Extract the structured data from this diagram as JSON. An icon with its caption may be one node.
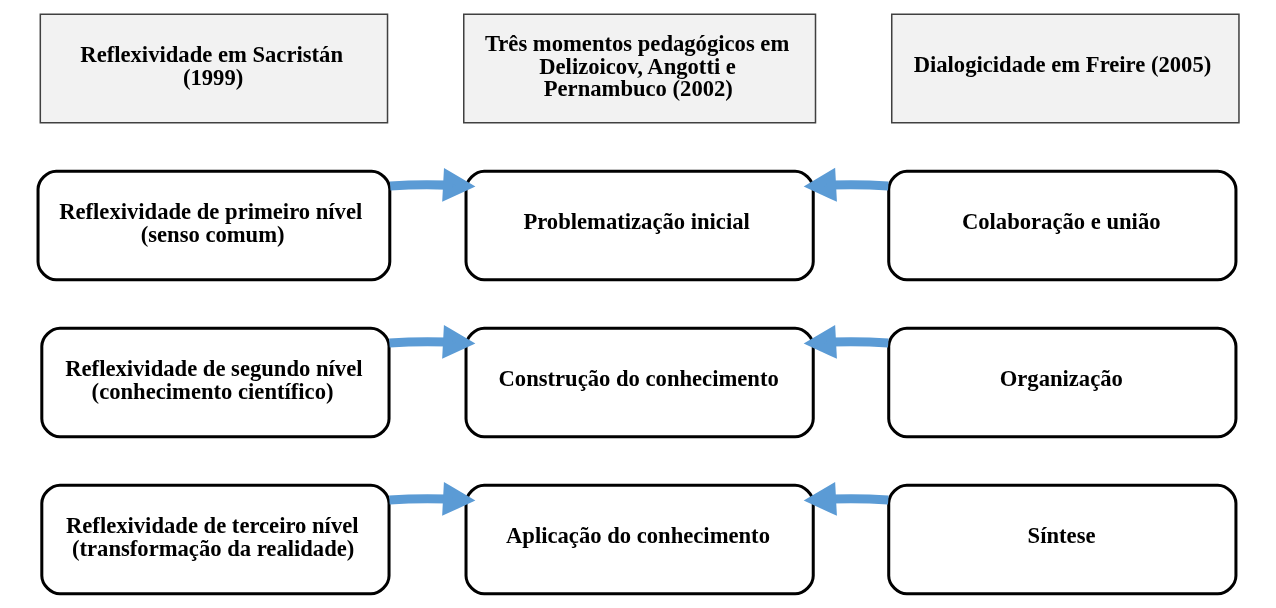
{
  "diagram": {
    "nodes": [
      {
        "text": [
          "Reflexividade em Sacristán (1999)"
        ]
      },
      {
        "text": [
          "Três momentos pedagógicos em Delizoicov, Angotti e Pernambuco (2002)"
        ]
      },
      {
        "text": [
          "Dialogicidade em Freire (2005)"
        ]
      },
      {
        "text": [
          "Reflexividade de primeiro nível (senso comum)"
        ]
      },
      {
        "text": [
          "Problematização inicial"
        ]
      },
      {
        "text": [
          "Colaboração e união"
        ]
      },
      {
        "text": [
          "Reflexividade de segundo nível (conhecimento científico)"
        ]
      },
      {
        "text": [
          "Construção do conhecimento"
        ]
      },
      {
        "text": [
          "Organização"
        ]
      },
      {
        "text": [
          "Reflexividade de terceiro nível (transformação da realidade)"
        ]
      },
      {
        "text": [
          "Aplicação do conhecimento"
        ]
      },
      {
        "text": [
          "Síntese"
        ]
      }
    ],
    "edges": [
      {
        "from": 3,
        "to": 4,
        "arrow": "to"
      },
      {
        "from": 5,
        "to": 4,
        "arrow": "to"
      },
      {
        "from": 6,
        "to": 7,
        "arrow": "to"
      },
      {
        "from": 8,
        "to": 7,
        "arrow": "to"
      },
      {
        "from": 9,
        "to": 10,
        "arrow": "to"
      },
      {
        "from": 11,
        "to": 10,
        "arrow": "to"
      }
    ]
  }
}
